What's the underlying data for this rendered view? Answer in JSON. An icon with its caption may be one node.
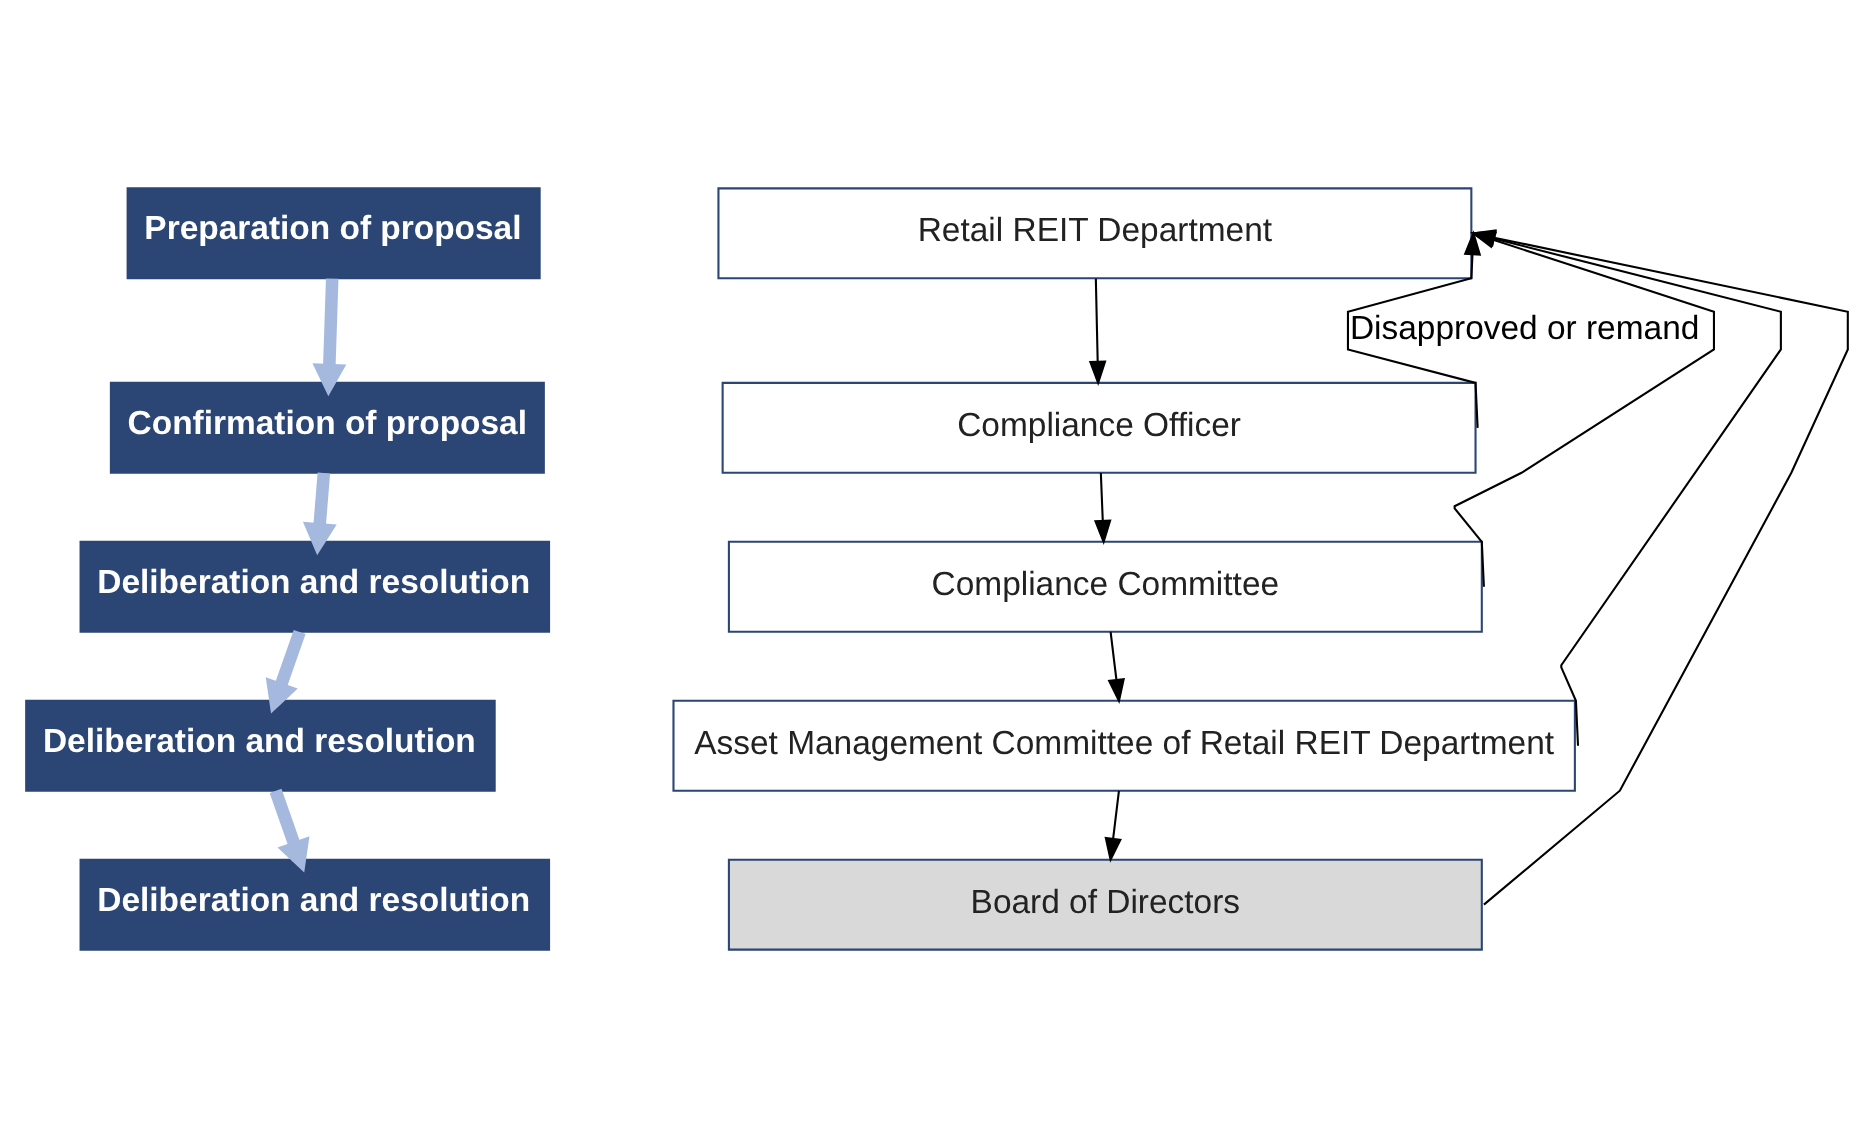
{
  "diagram": {
    "nodes": [
      {
        "text": [
          "Preparation of proposal"
        ]
      },
      {
        "text": [
          "Confirmation of proposal"
        ]
      },
      {
        "text": [
          "Deliberation and resolution"
        ]
      },
      {
        "text": [
          "Deliberation and resolution"
        ]
      },
      {
        "text": [
          "Deliberation and resolution"
        ]
      },
      {
        "text": [
          "Retail REIT Department"
        ]
      },
      {
        "text": [
          "Compliance Officer"
        ]
      },
      {
        "text": [
          "Compliance Committee"
        ]
      },
      {
        "text": [
          "Asset Management Committee of Retail REIT Department"
        ]
      },
      {
        "text": [
          "Board of Directors"
        ]
      }
    ],
    "edges": [
      {
        "from": 0,
        "to": 1,
        "arrow": "to",
        "style": "thick",
        "color": "#a5b9df"
      },
      {
        "from": 1,
        "to": 2,
        "arrow": "to",
        "style": "thick",
        "color": "#a5b9df"
      },
      {
        "from": 2,
        "to": 3,
        "arrow": "to",
        "style": "thick",
        "color": "#a5b9df"
      },
      {
        "from": 3,
        "to": 4,
        "arrow": "to",
        "style": "thick",
        "color": "#a5b9df"
      },
      {
        "from": 5,
        "to": 6,
        "arrow": "to"
      },
      {
        "from": 6,
        "to": 7,
        "arrow": "to"
      },
      {
        "from": 7,
        "to": 8,
        "arrow": "to"
      },
      {
        "from": 8,
        "to": 9,
        "arrow": "to"
      },
      {
        "from": 6,
        "to": 5,
        "arrow": "to",
        "label": "Disapproved or remand"
      },
      {
        "from": 7,
        "to": 5,
        "arrow": "to"
      },
      {
        "from": 8,
        "to": 5,
        "arrow": "to"
      },
      {
        "from": 9,
        "to": 5,
        "arrow": "to"
      }
    ]
  }
}
